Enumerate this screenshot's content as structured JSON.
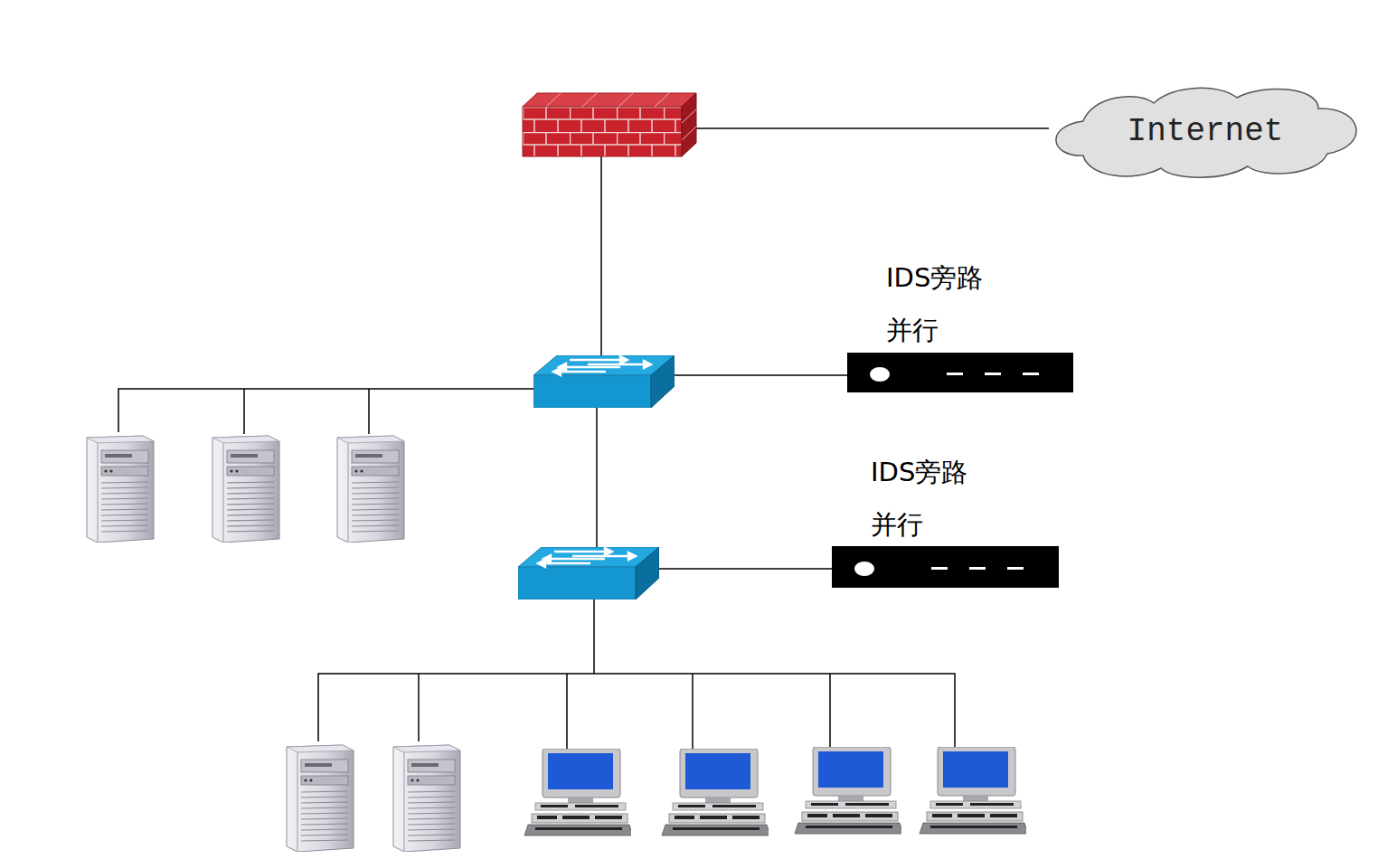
{
  "diagram": {
    "nodes": [
      {
        "text": [
          "Internet"
        ]
      },
      {
        "text": [
          "IDS旁路",
          "并行"
        ]
      },
      {
        "text": [
          "IDS旁路",
          "并行"
        ]
      }
    ]
  }
}
